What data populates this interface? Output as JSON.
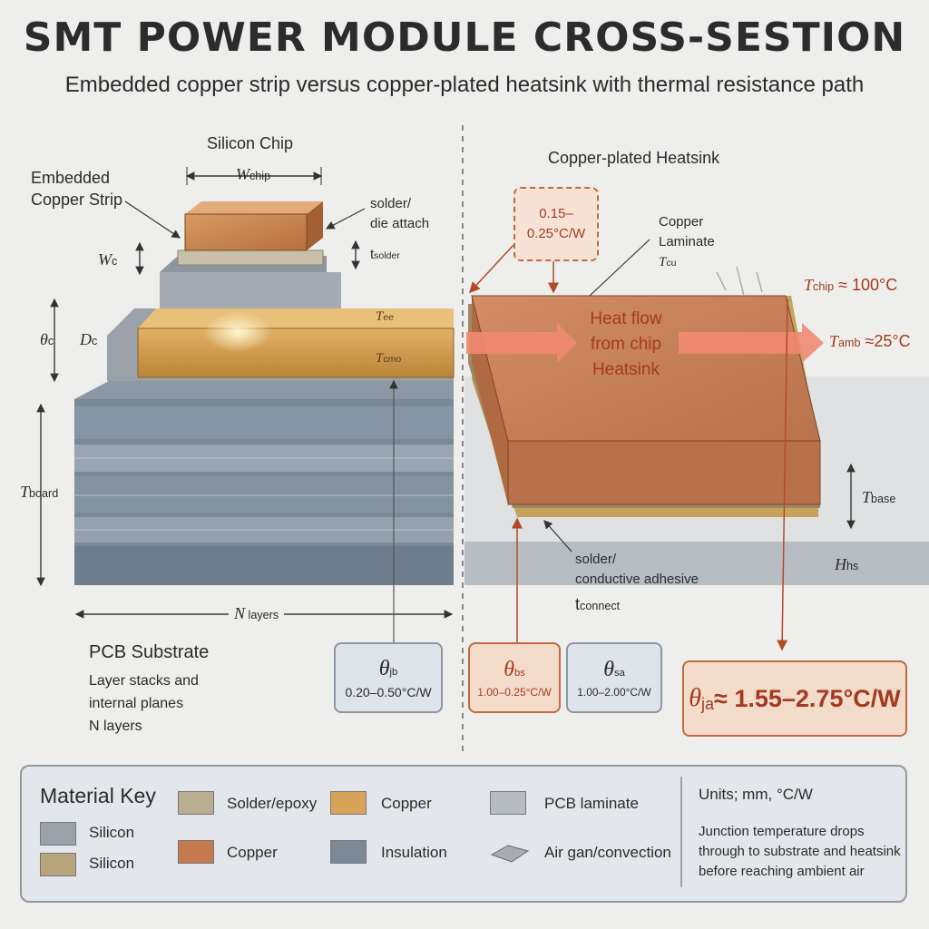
{
  "title": "SMT POWER MODULE CROSS-SESTION",
  "subtitle": "Embedded copper strip versus copper-plated heatsink with thermal resistance path",
  "left": {
    "silicon_chip": "Silicon Chip",
    "embedded_copper_strip": [
      "Embedded",
      "Copper Strip"
    ],
    "solder_die_attach": [
      "solder/",
      "die attach"
    ],
    "w_chip": {
      "sym": "W",
      "sub": "chip"
    },
    "t_solder": {
      "sym": "t",
      "sub": "solder"
    },
    "w_c": {
      "sym": "W",
      "sub": "c"
    },
    "theta_c": {
      "sym": "θ",
      "sub": "c"
    },
    "d_c": {
      "sym": "D",
      "sub": "c"
    },
    "t_e": {
      "sym": "T",
      "sub": "ee"
    },
    "t_cmo": {
      "sym": "T",
      "sub": "cmo"
    },
    "t_board": {
      "sym": "T",
      "sub": "board"
    },
    "n_layers": {
      "sym": "N",
      "sub": " layers"
    },
    "pcb_substrate": "PCB Substrate",
    "pcb_desc": [
      "Layer stacks and",
      "internal planes",
      "N layers"
    ]
  },
  "right": {
    "heatsink_title": "Copper-plated Heatsink",
    "range_box": [
      "0.15–",
      "0.25°C/W"
    ],
    "copper_laminate": [
      "Copper",
      "Laminate"
    ],
    "t_cu": {
      "sym": "T",
      "sub": "cu"
    },
    "heat_flow": [
      "Heat flow",
      "from chip",
      "Heatsink"
    ],
    "t_chip": {
      "sym": "T",
      "sub": "chip",
      "val": " ≈ 100°C"
    },
    "t_amb": {
      "sym": "T",
      "sub": "amb",
      "val": " ≈25°C"
    },
    "t_base": {
      "sym": "T",
      "sub": "base"
    },
    "h_hs": {
      "sym": "H",
      "sub": "hs"
    },
    "solder_adhesive": [
      "solder/",
      "conductive adhesive"
    ],
    "t_connect": {
      "sym": "t",
      "sub": "connect"
    }
  },
  "resistances": {
    "jb": {
      "sym": "θ",
      "sub": "jb",
      "val": "0.20–0.50°C/W"
    },
    "bs": {
      "sym": "θ",
      "sub": "bs",
      "val": "1.00–0.25°C/W"
    },
    "sa": {
      "sym": "θ",
      "sub": "sa",
      "val": "1.00–2.00°C/W"
    },
    "ja": {
      "sym": "θ",
      "sub": "ja",
      "val": " ≈ 1.55–2.75°C/W"
    }
  },
  "key": {
    "title": "Material Key",
    "items": [
      {
        "label": "Silicon",
        "color": "#9aa1a9"
      },
      {
        "label": "Silicon",
        "color": "#b8a47a"
      },
      {
        "label": "Solder/epoxy",
        "color": "#b9ae92"
      },
      {
        "label": "Copper",
        "color": "#c77a50"
      },
      {
        "label": "Copper",
        "color": "#d9a35a"
      },
      {
        "label": "Insulation",
        "color": "#7d8896"
      },
      {
        "label": "PCB laminate",
        "color": "#b7bcc3"
      },
      {
        "label": "Air gan/convection",
        "color": "#a9adb2"
      }
    ],
    "units": "Units; mm, °C/W",
    "note": [
      "Junction temperature drops",
      "through to substrate and heatsink",
      "before reaching ambient air"
    ]
  },
  "colors": {
    "copper_light": "#d9a35a",
    "copper_red": "#c77a50",
    "pcb": "#7b8896",
    "arrow": "#f08a72",
    "accent": "#a33a20"
  }
}
